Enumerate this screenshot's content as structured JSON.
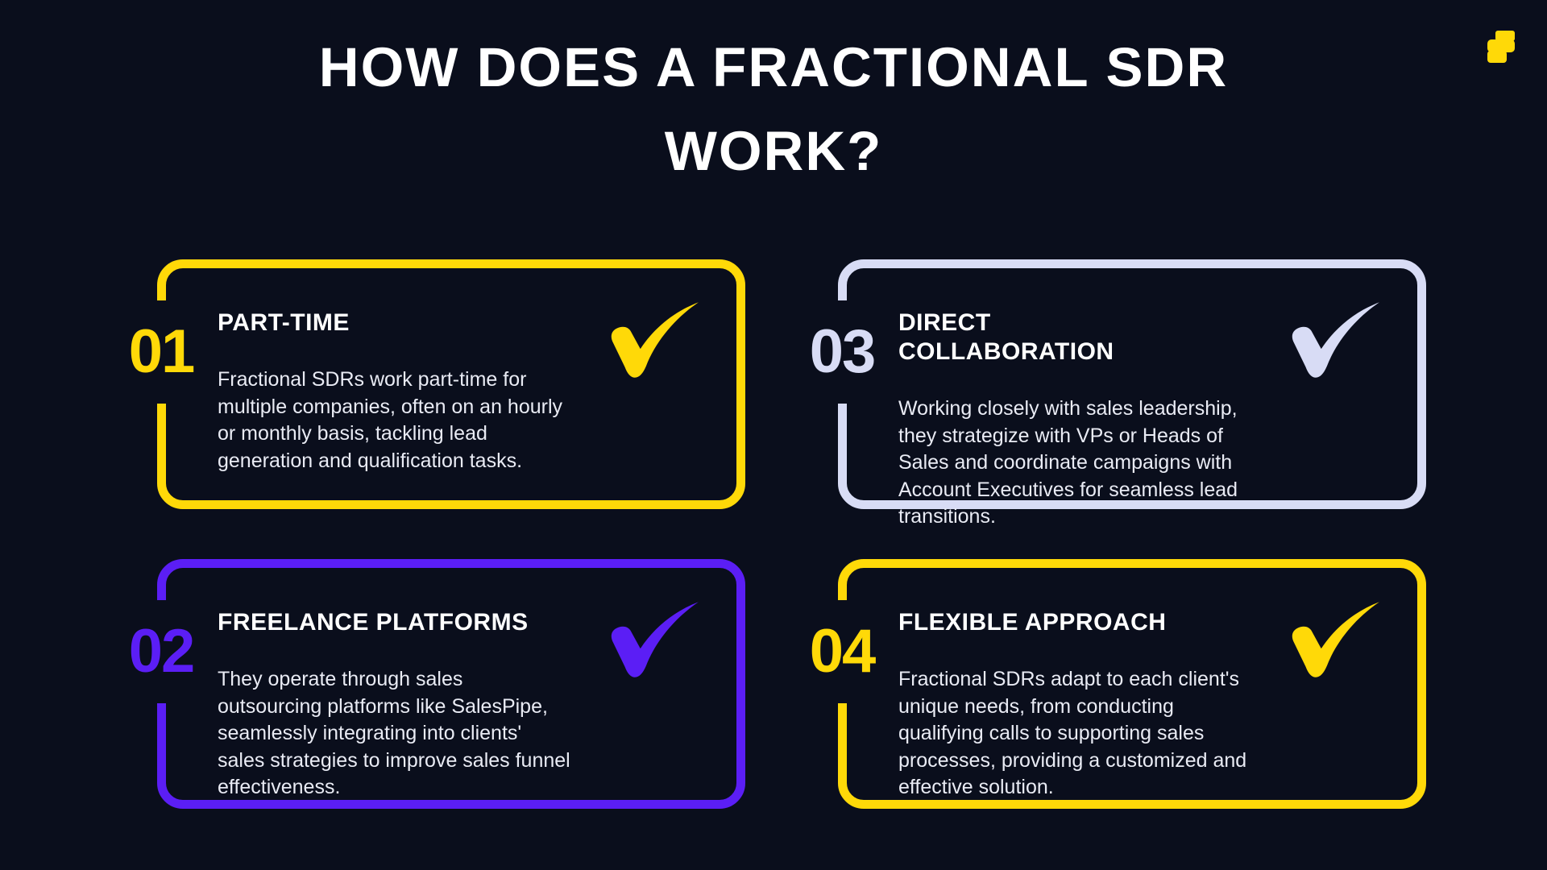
{
  "title": {
    "line1": "HOW DOES A FRACTIONAL SDR",
    "line2": "WORK?"
  },
  "brand": {
    "icon": "s-logo-icon",
    "color": "#FFD908"
  },
  "colors": {
    "background": "#0A0E1C",
    "yellow": "#FFD908",
    "purple": "#5B1EF5",
    "lavender": "#D8DCF5",
    "heading_text": "#FFFFFF",
    "body_text": "#E9EBF4"
  },
  "cards": [
    {
      "number": "01",
      "title": "PART-TIME",
      "body": "Fractional SDRs work part-time for\nmultiple companies, often on an hourly\nor monthly basis, tackling lead\ngeneration and qualification tasks.",
      "accent": "#FFD908",
      "icon": "checkmark-icon"
    },
    {
      "number": "02",
      "title": "FREELANCE PLATFORMS",
      "body": "They operate through sales\noutsourcing platforms like SalesPipe,\nseamlessly integrating into clients'\nsales strategies to improve sales funnel\neffectiveness.",
      "accent": "#5B1EF5",
      "icon": "checkmark-icon"
    },
    {
      "number": "03",
      "title": "DIRECT\nCOLLABORATION",
      "body": "Working closely with sales leadership,\nthey strategize with VPs or Heads of\nSales and coordinate campaigns with\nAccount Executives for seamless lead\ntransitions.",
      "accent": "#D8DCF5",
      "icon": "checkmark-icon"
    },
    {
      "number": "04",
      "title": "FLEXIBLE APPROACH",
      "body": "Fractional SDRs adapt to each client's\nunique needs, from conducting\nqualifying calls to supporting sales\nprocesses, providing a customized and\neffective solution.",
      "accent": "#FFD908",
      "icon": "checkmark-icon"
    }
  ]
}
